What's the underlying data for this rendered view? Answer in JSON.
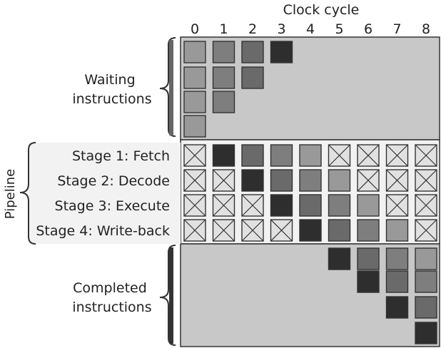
{
  "diagram": {
    "title": "Clock cycle",
    "cycles": [
      "0",
      "1",
      "2",
      "3",
      "4",
      "5",
      "6",
      "7",
      "8"
    ],
    "pipeline_label": "Pipeline",
    "stages": [
      "Stage 1: Fetch",
      "Stage 2: Decode",
      "Stage 3: Execute",
      "Stage 4: Write-back"
    ],
    "waiting_label_lines": [
      "Waiting",
      "instructions"
    ],
    "completed_label_lines": [
      "Completed",
      "instructions"
    ],
    "colors": {
      "panel_bg": "#c8c8c8",
      "pipeline_bg": "#f2f2f2",
      "empty_cell": "#e1e1e1",
      "border": "#333333",
      "instr_1": "#2e2e2e",
      "instr_2": "#6a6a6a",
      "instr_3": "#7e7e7e",
      "instr_4": "#999999"
    },
    "waiting": [
      [
        4,
        3,
        2,
        1
      ],
      [
        4,
        3,
        2
      ],
      [
        4,
        3
      ],
      [
        4
      ]
    ],
    "pipeline": [
      [
        0,
        1,
        2,
        3,
        4,
        0,
        0,
        0,
        0
      ],
      [
        0,
        0,
        1,
        2,
        3,
        4,
        0,
        0,
        0
      ],
      [
        0,
        0,
        0,
        1,
        2,
        3,
        4,
        0,
        0
      ],
      [
        0,
        0,
        0,
        0,
        1,
        2,
        3,
        4,
        0
      ]
    ],
    "completed": [
      [
        0,
        0,
        0,
        0,
        0,
        1,
        2,
        3,
        4
      ],
      [
        0,
        0,
        0,
        0,
        0,
        0,
        1,
        2,
        3
      ],
      [
        0,
        0,
        0,
        0,
        0,
        0,
        0,
        1,
        2
      ],
      [
        0,
        0,
        0,
        0,
        0,
        0,
        0,
        0,
        1
      ]
    ]
  }
}
